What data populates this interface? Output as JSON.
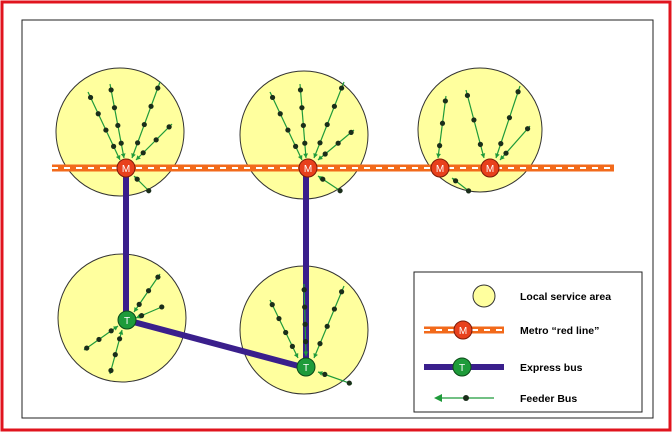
{
  "colors": {
    "frame_border": "#e0141e",
    "service_area_fill": "#ffff9e",
    "service_area_stroke": "#333333",
    "metro_line": "#f26a1b",
    "metro_dash": "#ffffff",
    "metro_station": "#e8401c",
    "express_line": "#3a1f8c",
    "express_station": "#1e9b3a",
    "feeder_line": "#1f9a3a",
    "feeder_stop": "#1a2e1a"
  },
  "stations": {
    "metro_symbol": "M",
    "express_symbol": "T"
  },
  "legend": {
    "local_service_area": "Local service area",
    "metro_red_line": "Metro “red line”",
    "express_bus": "Express bus",
    "feeder_bus": "Feeder Bus",
    "metro_symbol": "M",
    "express_symbol": "T"
  },
  "icons": [
    "metro-station-icon",
    "express-bus-station-icon",
    "feeder-bus-arrow-icon",
    "service-area-circle-icon"
  ]
}
